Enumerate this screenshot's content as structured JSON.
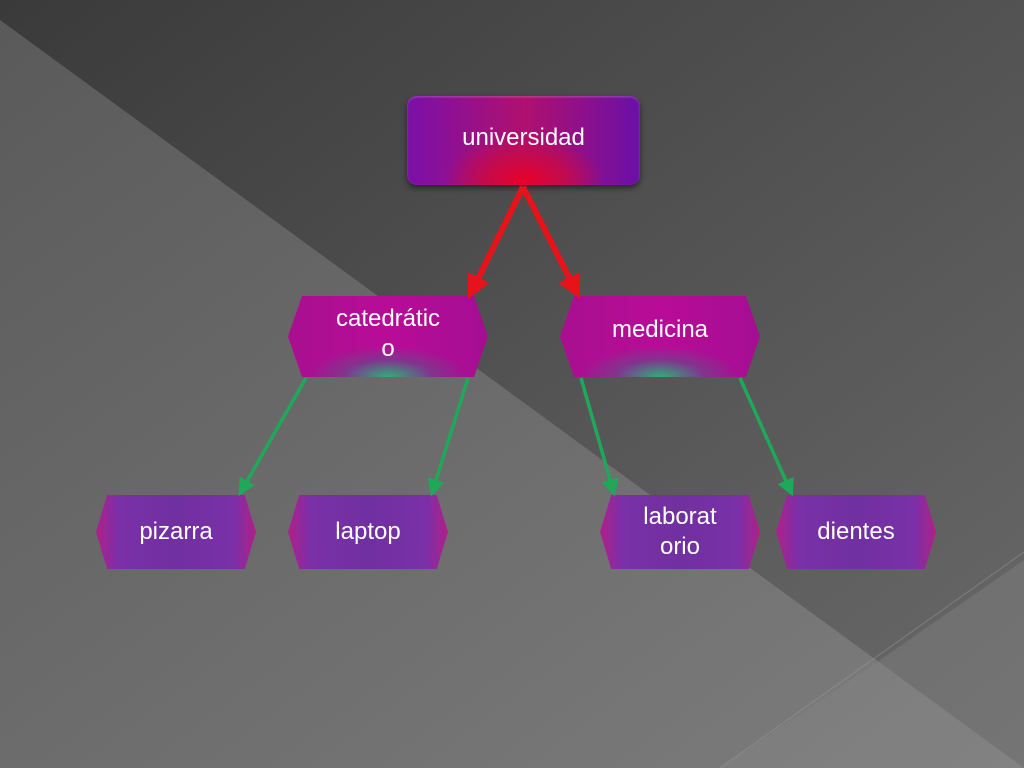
{
  "diagram": {
    "root": {
      "label": "universidad"
    },
    "branches": [
      {
        "label": "catedrático",
        "line1": "catedrátic",
        "line2": "o",
        "children": [
          {
            "label": "pizarra"
          },
          {
            "label": "laptop"
          }
        ]
      },
      {
        "label": "medicina",
        "children": [
          {
            "label": "laborat",
            "line2": "orio",
            "full": "laboratorio"
          },
          {
            "label": "dientes"
          }
        ]
      }
    ]
  },
  "colors": {
    "root_to_branch_arrow": "#e8121b",
    "branch_to_leaf_arrow": "#1fa85a",
    "root_node": "#b0106e",
    "branch_node": "#b80c98",
    "leaf_node": "#7030a0"
  }
}
